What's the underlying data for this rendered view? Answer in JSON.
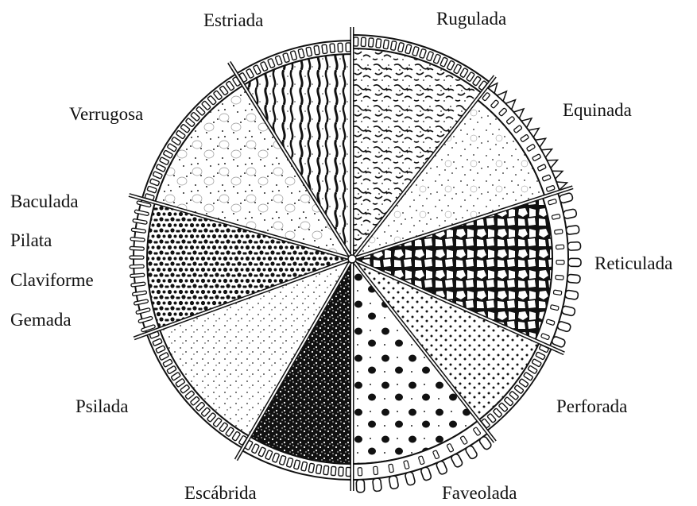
{
  "labels": {
    "estriada": "Estriada",
    "rugulada": "Rugulada",
    "verrugosa": "Verrugosa",
    "equinada": "Equinada",
    "baculada": "Baculada",
    "pilata": "Pilata",
    "claviforme": "Claviforme",
    "gemada": "Gemada",
    "reticulada": "Reticulada",
    "psilada": "Psilada",
    "perforada": "Perforada",
    "escabrida": "Escábrida",
    "faveolada": "Faveolada"
  },
  "colors": {
    "ink": "#111111",
    "paper": "#ffffff"
  }
}
